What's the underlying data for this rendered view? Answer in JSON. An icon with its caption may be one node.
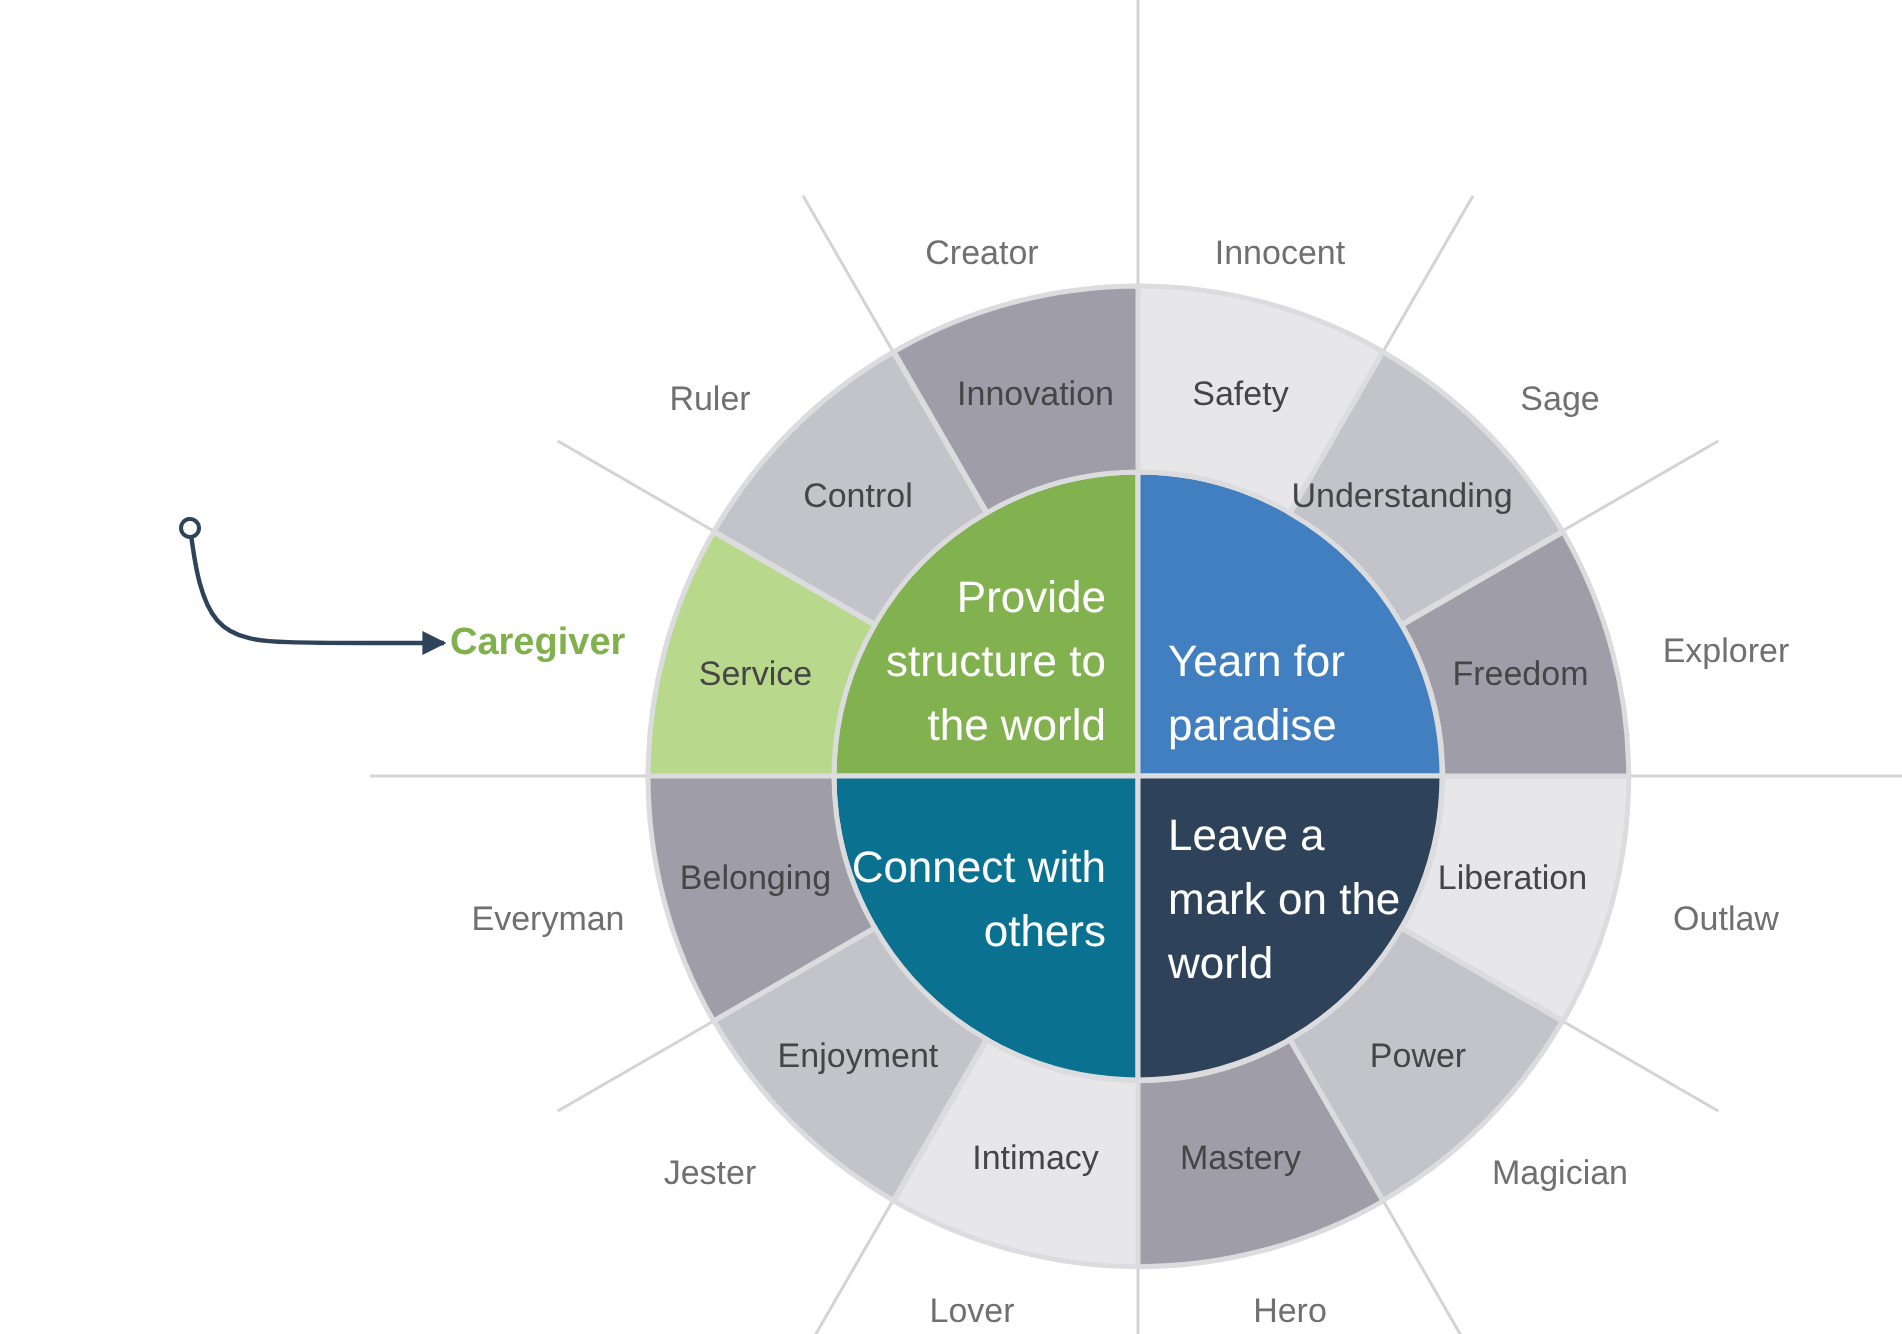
{
  "diagram": {
    "nodes": [
      {
        "text": [
          "Provide structure to the world"
        ]
      },
      {
        "text": [
          "Yearn for paradise"
        ]
      },
      {
        "text": [
          "Connect with others"
        ]
      },
      {
        "text": [
          "Leave a mark on the world"
        ]
      },
      {
        "text": [
          "Innovation"
        ]
      },
      {
        "text": [
          "Safety"
        ]
      },
      {
        "text": [
          "Control"
        ]
      },
      {
        "text": [
          "Understanding"
        ]
      },
      {
        "text": [
          "Service"
        ]
      },
      {
        "text": [
          "Freedom"
        ]
      },
      {
        "text": [
          "Belonging"
        ]
      },
      {
        "text": [
          "Liberation"
        ]
      },
      {
        "text": [
          "Enjoyment"
        ]
      },
      {
        "text": [
          "Power"
        ]
      },
      {
        "text": [
          "Intimacy"
        ]
      },
      {
        "text": [
          "Mastery"
        ]
      },
      {
        "text": [
          "Caregiver"
        ]
      }
    ],
    "edges": [
      {
        "from": null,
        "to": 16,
        "arrow": "to"
      }
    ],
    "labels": [
      "Creator",
      "Innocent",
      "Ruler",
      "Sage",
      "Explorer",
      "Everyman",
      "Outlaw",
      "Jester",
      "Magician",
      "Lover",
      "Hero"
    ]
  }
}
